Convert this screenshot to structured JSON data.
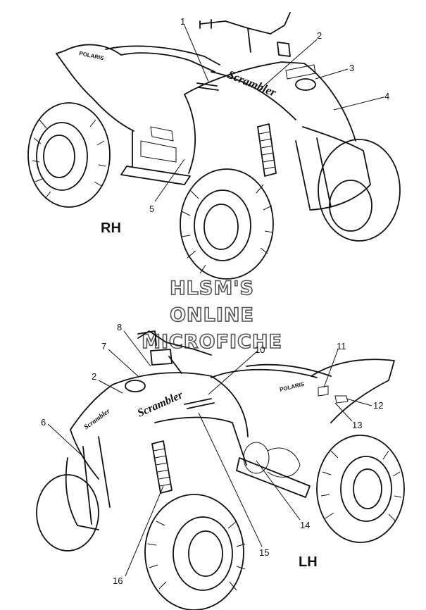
{
  "views": {
    "rh": {
      "label": "RH"
    },
    "lh": {
      "label": "LH"
    }
  },
  "callouts": [
    "1",
    "2",
    "3",
    "4",
    "5",
    "6",
    "7",
    "8",
    "10",
    "11",
    "12",
    "13",
    "14",
    "15",
    "16"
  ],
  "watermark": {
    "line1": "HLSM'S",
    "line2": "ONLINE",
    "line3": "MICROFICHE"
  },
  "decals": {
    "model": "Scrambler",
    "brand": "POLARIS"
  }
}
